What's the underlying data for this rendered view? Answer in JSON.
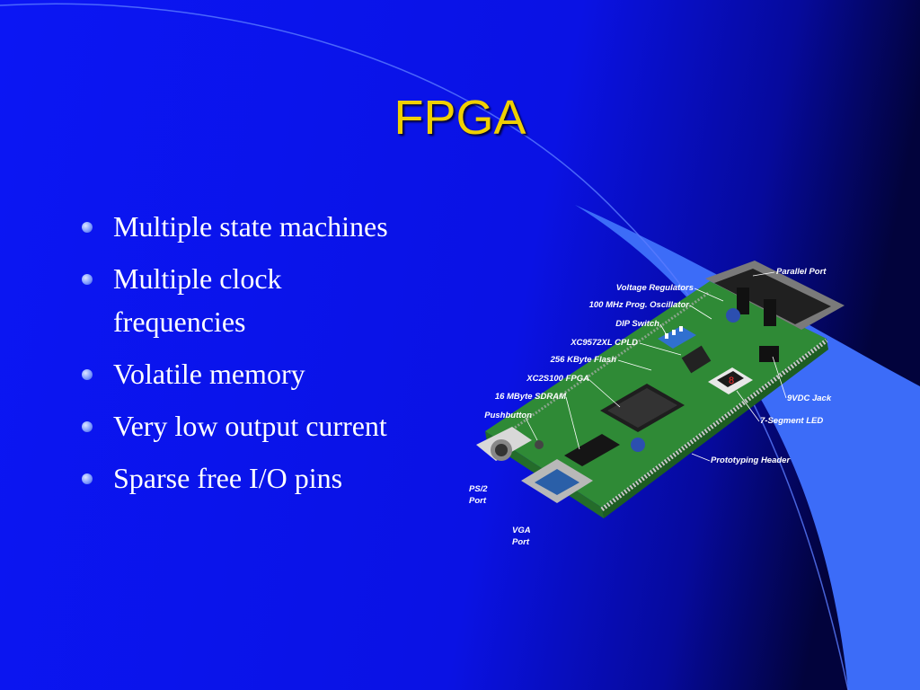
{
  "slide": {
    "title": "FPGA",
    "bullets": [
      "Multiple state machines",
      "Multiple clock frequencies",
      "Volatile memory",
      "Very low output current",
      "Sparse free I/O pins"
    ]
  },
  "board_image": {
    "callouts": {
      "parallel_port": "Parallel Port",
      "voltage_regulators": "Voltage Regulators",
      "prog_oscillator": "100 MHz Prog. Oscillator",
      "dip_switch": "DIP Switch",
      "cpld": "XC9572XL CPLD",
      "flash": "256 KByte Flash",
      "fpga": "XC2S100 FPGA",
      "sdram": "16 MByte SDRAM",
      "pushbutton": "Pushbutton",
      "vdc_jack": "9VDC Jack",
      "seven_segment": "7-Segment LED",
      "prototyping_header": "Prototyping Header",
      "ps2_port": [
        "PS/2",
        "Port"
      ],
      "vga_port": [
        "VGA",
        "Port"
      ]
    },
    "led_digit": "8"
  },
  "colors": {
    "background": "#0b14f0",
    "title": "#f0d000",
    "text": "#ffffff",
    "accent_swoosh": "#3c6cf8",
    "bullet_dot": "#7f9cff",
    "pcb_green": "#3a9a3a"
  }
}
